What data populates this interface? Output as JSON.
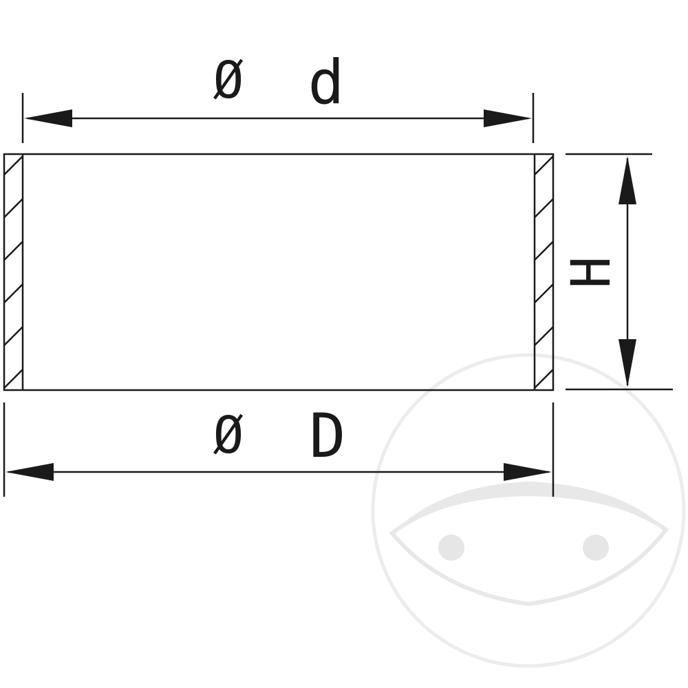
{
  "labels": {
    "inner_diameter_symbol": "Ø",
    "inner_diameter_letter": "d",
    "outer_diameter_symbol": "Ø",
    "outer_diameter_letter": "D",
    "height_letter": "H"
  },
  "colors": {
    "line": "#1a1a1a",
    "watermark": "#e6e6e6",
    "background": "#ffffff"
  }
}
